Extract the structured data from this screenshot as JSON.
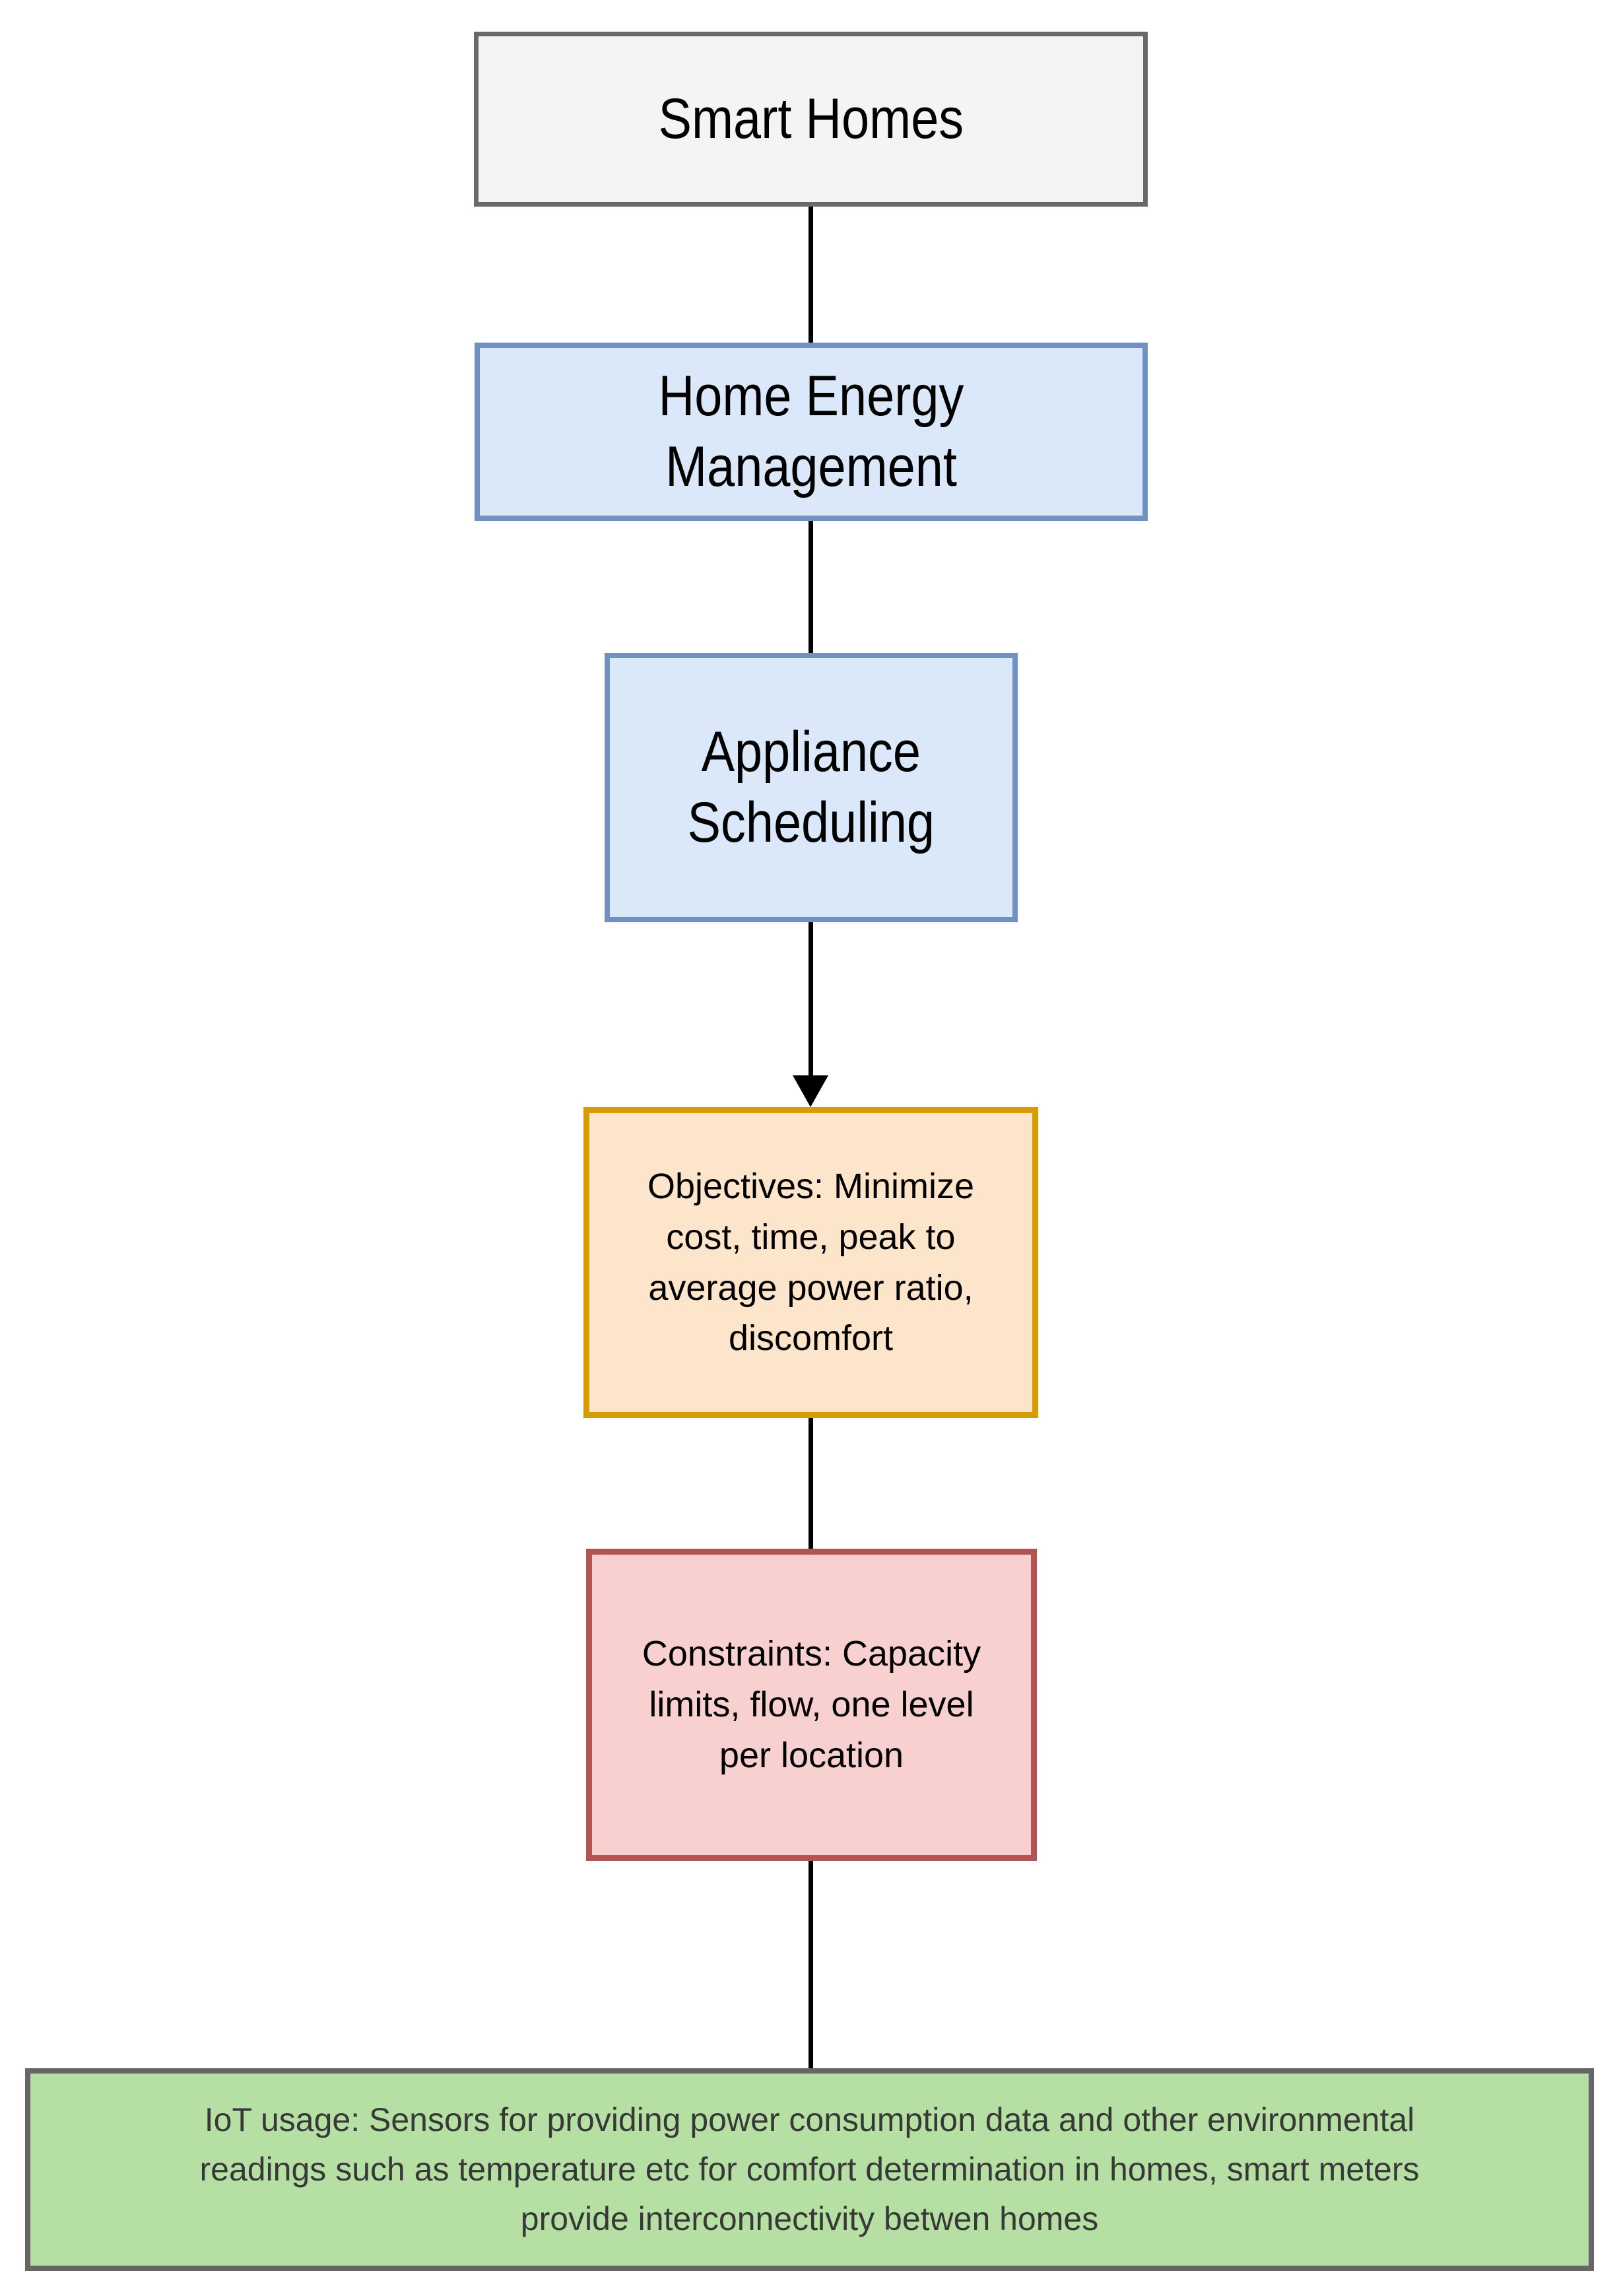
{
  "diagram": {
    "background_color": "#ffffff",
    "connector_color": "#000000",
    "nodes": [
      {
        "id": "smart-homes",
        "label": "Smart Homes",
        "fill": "#f4f4f4",
        "border": "#696969",
        "text_color": "#000000"
      },
      {
        "id": "home-energy-management",
        "label": "Home Energy Management",
        "fill": "#dbe8f9",
        "border": "#7191c2",
        "text_color": "#000000"
      },
      {
        "id": "appliance-scheduling",
        "label": "Appliance\nScheduling",
        "fill": "#dbe8f9",
        "border": "#7191c2",
        "text_color": "#000000"
      },
      {
        "id": "objectives",
        "label": "Objectives: Minimize\ncost, time, peak to\naverage power ratio,\ndiscomfort",
        "fill": "#fde5cc",
        "border": "#d79c04",
        "text_color": "#000000"
      },
      {
        "id": "constraints",
        "label": "Constraints: Capacity\nlimits, flow, one level\nper location",
        "fill": "#f7d0cf",
        "border": "#b35452",
        "text_color": "#000000"
      },
      {
        "id": "iot-usage",
        "label": "IoT usage: Sensors for providing power consumption data and other environmental\nreadings such as temperature etc for comfort determination in homes, smart meters\nprovide interconnectivity betwen homes",
        "fill": "#b6e0a3",
        "border": "#666666",
        "text_color": "#383838"
      }
    ],
    "connectors": [
      {
        "from": "smart-homes",
        "to": "home-energy-management",
        "arrowhead": false
      },
      {
        "from": "home-energy-management",
        "to": "appliance-scheduling",
        "arrowhead": false
      },
      {
        "from": "appliance-scheduling",
        "to": "objectives",
        "arrowhead": true
      },
      {
        "from": "objectives",
        "to": "constraints",
        "arrowhead": false
      },
      {
        "from": "constraints",
        "to": "iot-usage",
        "arrowhead": false
      }
    ]
  }
}
